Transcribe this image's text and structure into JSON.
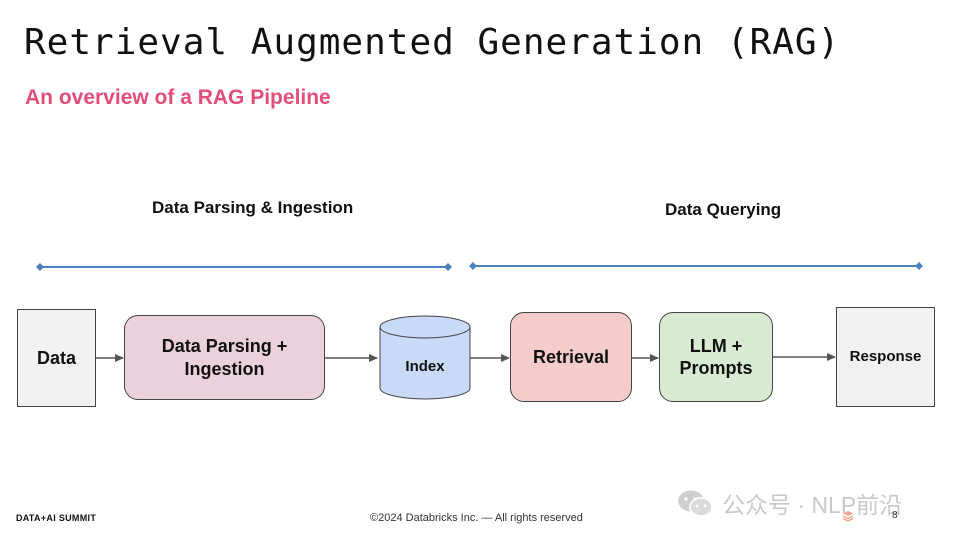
{
  "slide": {
    "title": "Retrieval Augmented Generation (RAG)",
    "subtitle": "An overview of a RAG Pipeline",
    "accent_color": "#e34d79"
  },
  "sections": {
    "ingestion_label": "Data Parsing & Ingestion",
    "querying_label": "Data Querying"
  },
  "pipeline": {
    "data": "Data",
    "parsing_line1": "Data Parsing +",
    "parsing_line2": "Ingestion",
    "index": "Index",
    "retrieval": "Retrieval",
    "llm_line1": "LLM +",
    "llm_line2": "Prompts",
    "response": "Response"
  },
  "colors": {
    "parsing_fill": "#ead1dc",
    "index_fill": "#c9daf8",
    "retrieval_fill": "#f4cccc",
    "llm_fill": "#d9ead3",
    "endpoint_fill": "#f1f1f1",
    "span_line": "#4a7fc1"
  },
  "footer": {
    "logo": "DATA+AI SUMMIT",
    "copyright": "©2024 Databricks Inc. — All rights reserved",
    "page_number": "8",
    "watermark": "公众号 · NLP前沿"
  }
}
